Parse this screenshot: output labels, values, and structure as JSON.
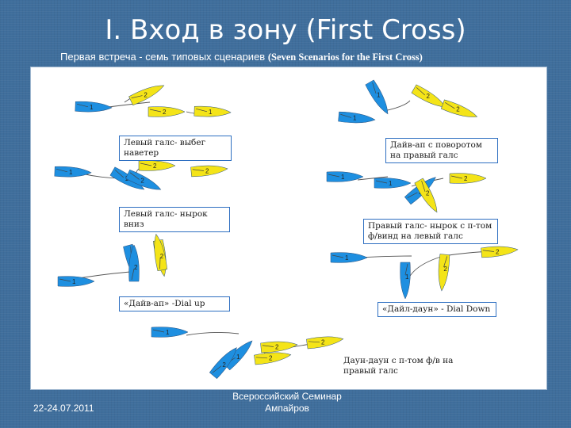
{
  "title": "I. Вход в зону (First Cross)",
  "subtitle": {
    "ru": "Первая встреча - семь типовых сценариев",
    "en": "(Seven Scenarios for the First Cross)"
  },
  "scenarios": [
    {
      "label": "Левый галс- выбег наветер"
    },
    {
      "label": "Дайв-ап с поворотом на правый галс"
    },
    {
      "label": "Левый галс- нырок вниз"
    },
    {
      "label": "Правый галс- нырок с п-том ф/винд на левый галс"
    },
    {
      "label": "«Дайв-ап» -Dial up"
    },
    {
      "label": "«Дайл-даун» - Dial Down"
    },
    {
      "label": "Даун-даун с п-том ф/в на правый галс"
    }
  ],
  "boat_numbers": {
    "blue": "1",
    "yellow": "2"
  },
  "colors": {
    "blue_boat": "#1e8fe0",
    "yellow_boat": "#f4e418",
    "label_border": "#2e6fc1",
    "background": "#3f6e9c"
  },
  "footer": {
    "date": "22-24.07.2011",
    "center_line1": "Всероссийский Семинар",
    "center_line2": "Ампайров"
  }
}
